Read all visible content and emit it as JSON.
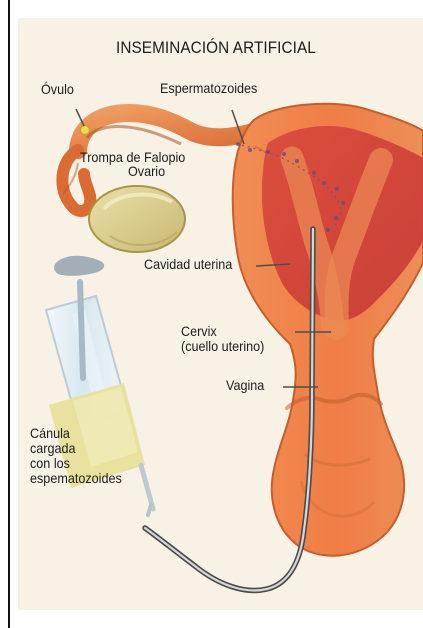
{
  "diagram": {
    "title": "INSEMINACIÓN ARTIFICIAL",
    "labels": {
      "ovum": "Óvulo",
      "sperm": "Espermatozoides",
      "fallopian_tube": "Trompa de Falopio",
      "ovary": "Ovario",
      "uterine_cavity": "Cavidad uterina",
      "cervix": "Cervix\n(cuello uterino)",
      "vagina": "Vagina",
      "cannula": "Cánula\ncargada\ncon los\nespematozoides"
    },
    "icons": [
      "uterus-illustration",
      "fallopian-tube-illustration",
      "ovary-illustration",
      "syringe-illustration",
      "cannula-tube-illustration"
    ],
    "colors": {
      "background": "#f7f1e6",
      "uterus_outer": "#ef8a4e",
      "uterus_inner": "#d94d3d",
      "tube": "#d96c35",
      "ovary": "#d8c985",
      "syringe": "#dceaf3",
      "fluid": "#e8df8a"
    }
  }
}
